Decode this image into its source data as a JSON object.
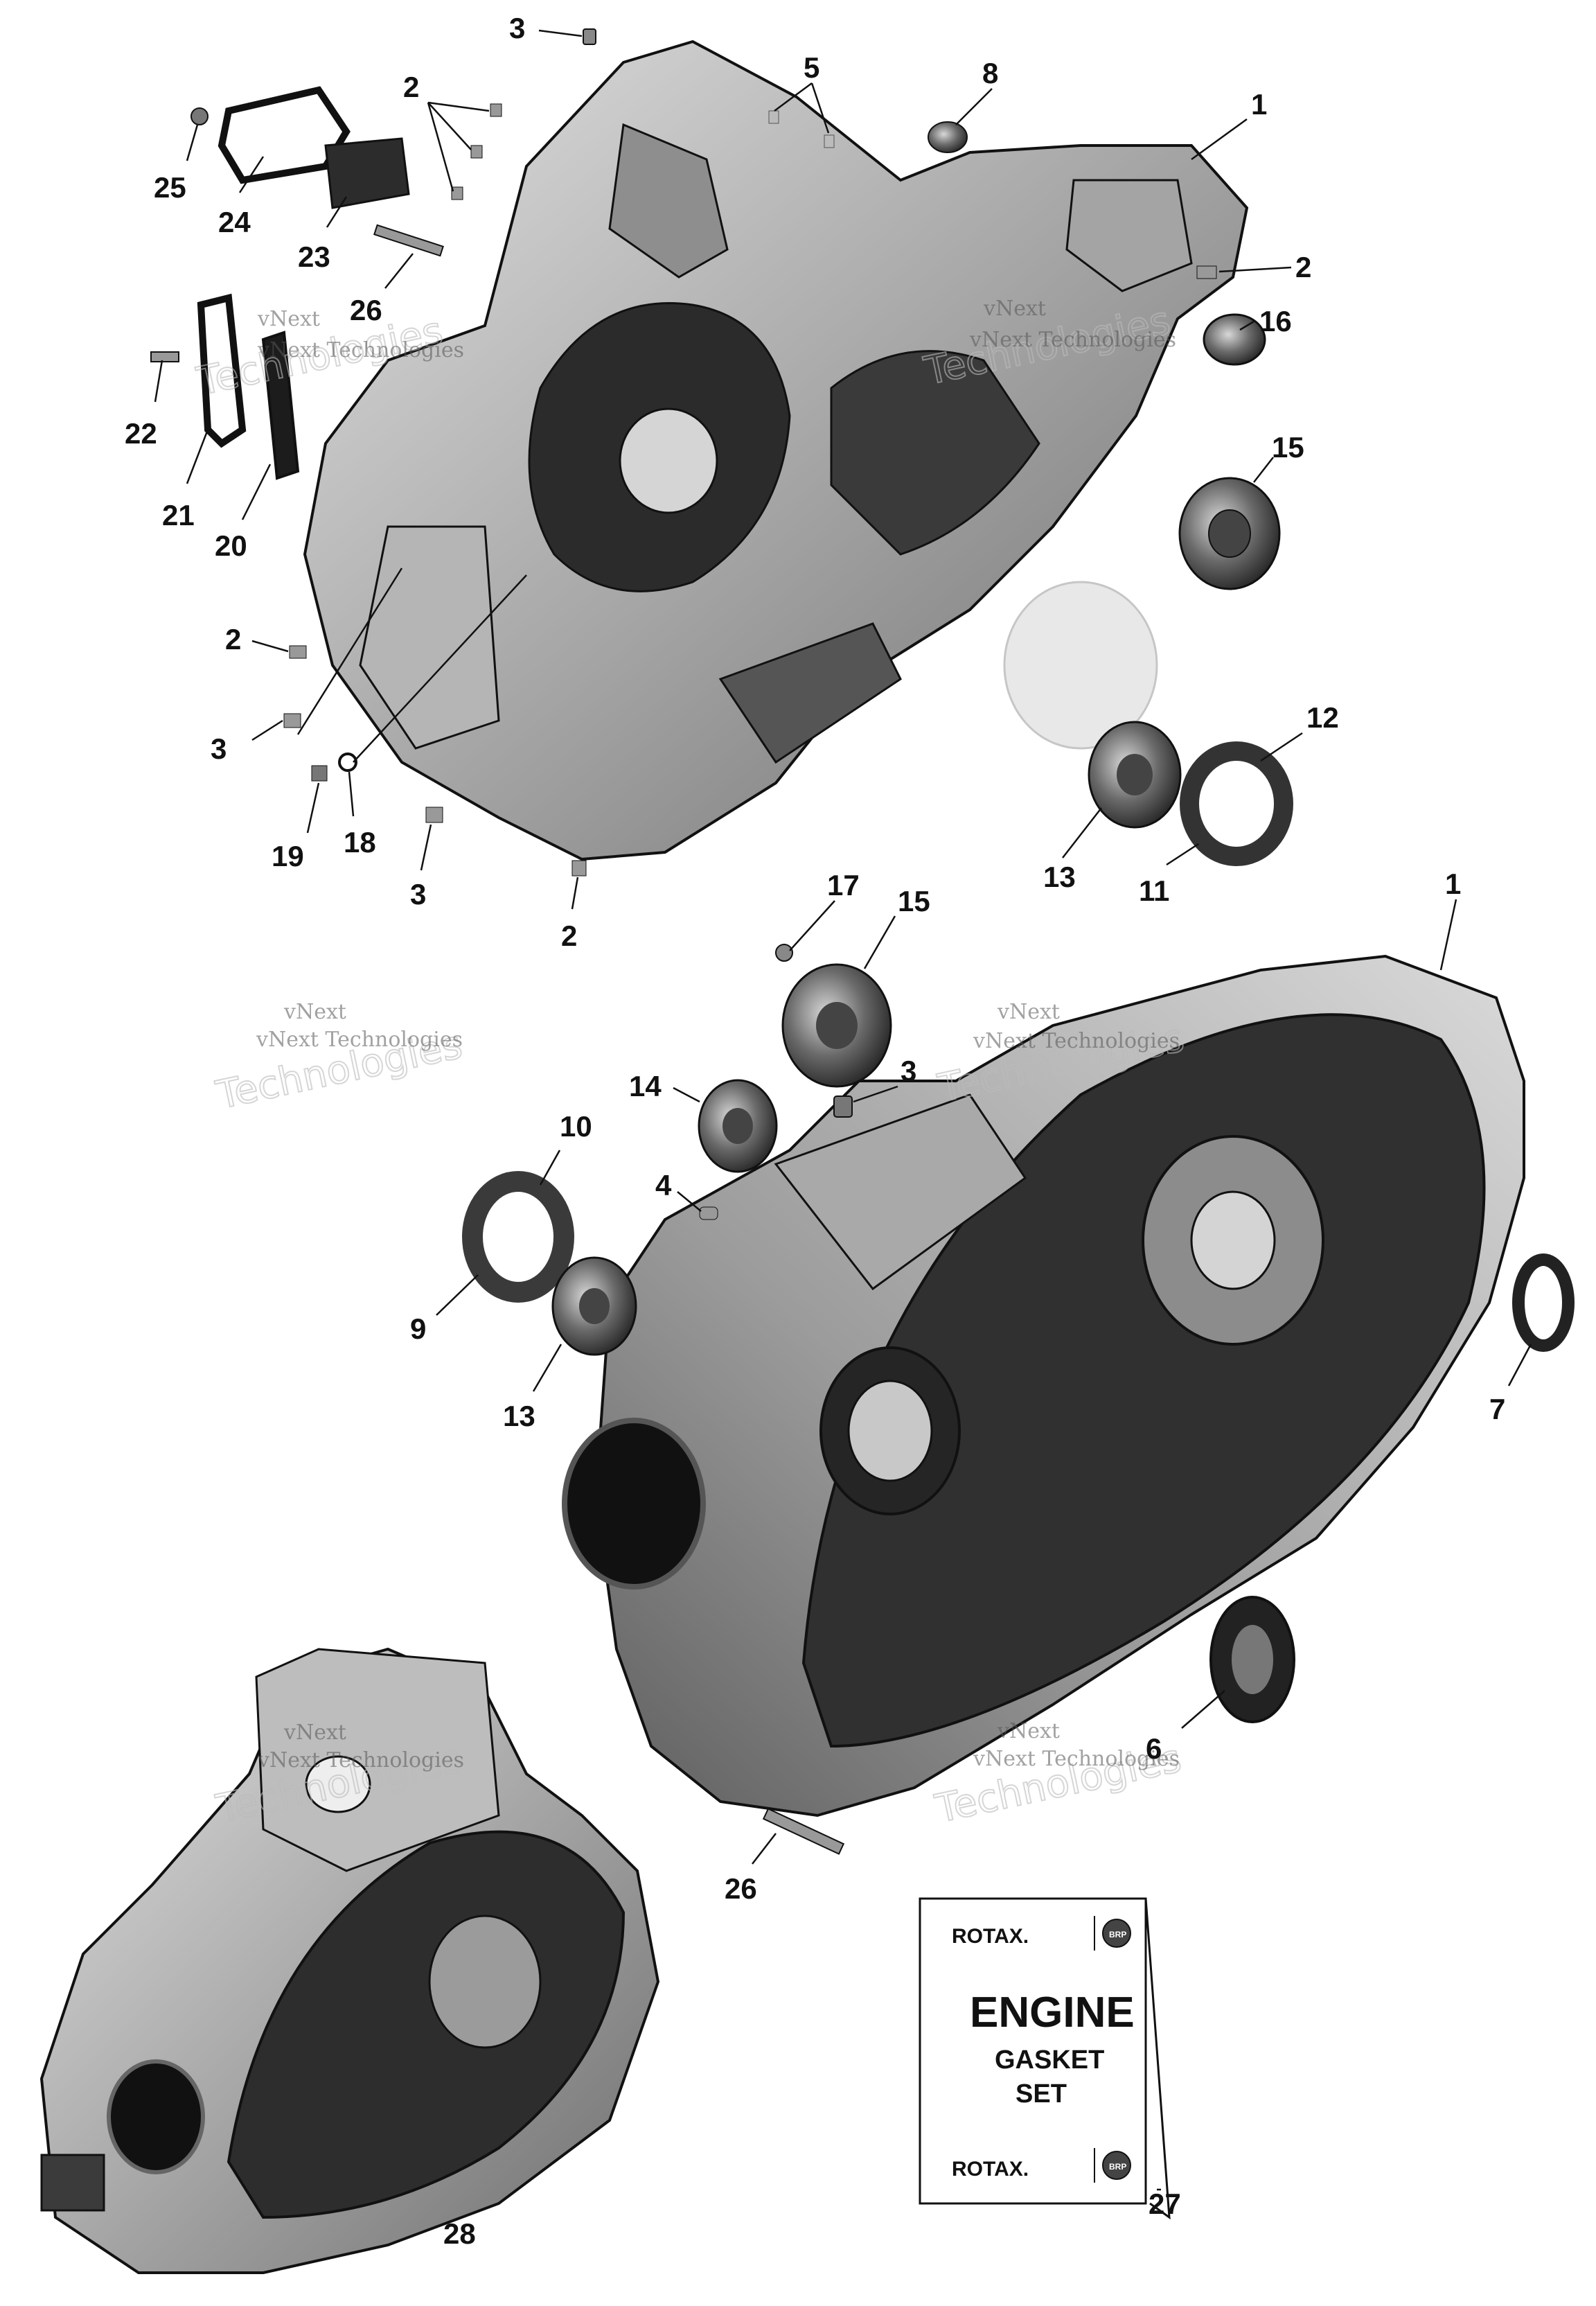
{
  "callouts": [
    {
      "id": "c3a",
      "label": "3"
    },
    {
      "id": "c5",
      "label": "5"
    },
    {
      "id": "c8",
      "label": "8"
    },
    {
      "id": "c1a",
      "label": "1"
    },
    {
      "id": "c2a",
      "label": "2"
    },
    {
      "id": "c25",
      "label": "25"
    },
    {
      "id": "c24",
      "label": "24"
    },
    {
      "id": "c23",
      "label": "23"
    },
    {
      "id": "c26a",
      "label": "26"
    },
    {
      "id": "c22",
      "label": "22"
    },
    {
      "id": "c21",
      "label": "21"
    },
    {
      "id": "c20",
      "label": "20"
    },
    {
      "id": "c2b",
      "label": "2"
    },
    {
      "id": "c16",
      "label": "16"
    },
    {
      "id": "c15a",
      "label": "15"
    },
    {
      "id": "c2c",
      "label": "2"
    },
    {
      "id": "c3b",
      "label": "3"
    },
    {
      "id": "c19",
      "label": "19"
    },
    {
      "id": "c18",
      "label": "18"
    },
    {
      "id": "c3c",
      "label": "3"
    },
    {
      "id": "c2d",
      "label": "2"
    },
    {
      "id": "c12",
      "label": "12"
    },
    {
      "id": "c13a",
      "label": "13"
    },
    {
      "id": "c11",
      "label": "11"
    },
    {
      "id": "c17",
      "label": "17"
    },
    {
      "id": "c15b",
      "label": "15"
    },
    {
      "id": "c1b",
      "label": "1"
    },
    {
      "id": "c14",
      "label": "14"
    },
    {
      "id": "c3d",
      "label": "3"
    },
    {
      "id": "c10",
      "label": "10"
    },
    {
      "id": "c4",
      "label": "4"
    },
    {
      "id": "c9",
      "label": "9"
    },
    {
      "id": "c13b",
      "label": "13"
    },
    {
      "id": "c7",
      "label": "7"
    },
    {
      "id": "c6",
      "label": "6"
    },
    {
      "id": "c26b",
      "label": "26"
    },
    {
      "id": "c27",
      "label": "27"
    },
    {
      "id": "c28",
      "label": "28"
    }
  ],
  "watermarks": {
    "line1": "vNext",
    "line2": "vNext Technologies",
    "big": "Technologies"
  },
  "gasket_card": {
    "brand_top": "ROTAX.",
    "title": "ENGINE",
    "subtitle_1": "GASKET",
    "subtitle_2": "SET",
    "brand_bottom": "ROTAX.",
    "badge": "BRP"
  },
  "colors": {
    "casting_light": "#c9c9c9",
    "casting_mid": "#9a9a9a",
    "casting_dark": "#2e2e2e",
    "bearing_dark": "#1f1f1f",
    "line": "#111111"
  }
}
